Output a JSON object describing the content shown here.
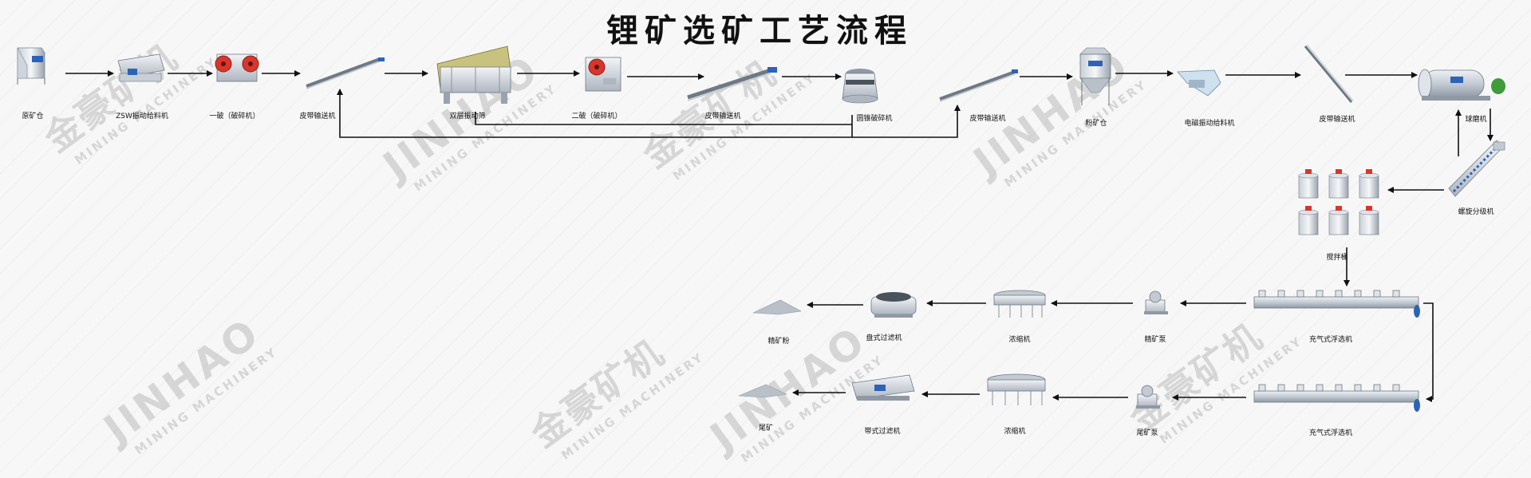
{
  "title": "锂矿选矿工艺流程",
  "colors": {
    "arrow": "#111111",
    "machine_light": "#e3e7ec",
    "machine_mid": "#aeb6c0",
    "machine_dark": "#5b6470",
    "accent_red": "#d9362b",
    "motor_blue": "#2c63b6",
    "motor_green": "#3f9b3b"
  },
  "watermark": {
    "cn": "金豪矿机",
    "en": "JINHAO",
    "sub": "MINING MACHINERY"
  },
  "nodes": {
    "raw_bin": "原矿仓",
    "zsw_feeder": "ZSW振动给料机",
    "primary_crusher": "一破（破碎机）",
    "belt1": "皮带输送机",
    "double_screen": "双层振动筛",
    "secondary_crusher": "二破（破碎机）",
    "belt2": "皮带输送机",
    "cone_crusher": "圆锥破碎机",
    "belt3": "皮带输送机",
    "powder_bin": "粉矿仓",
    "em_feeder": "电磁振动给料机",
    "belt4": "皮带输送机",
    "ball_mill": "球磨机",
    "classifier": "螺旋分级机",
    "agitator": "搅拌桶",
    "flotation1": "充气式浮选机",
    "concentrate_pump": "精矿泵",
    "thickener1": "浓缩机",
    "disc_filter": "盘式过滤机",
    "concentrate": "精矿粉",
    "flotation2": "充气式浮选机",
    "tailings_pump": "尾矿泵",
    "thickener2": "浓缩机",
    "belt_filter": "带式过滤机",
    "tailings": "尾矿"
  }
}
